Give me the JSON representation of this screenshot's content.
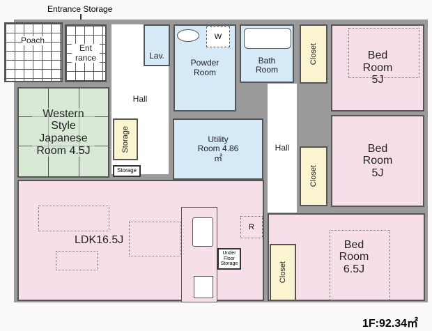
{
  "labels": {
    "entrance_storage": "Entrance Storage",
    "poach": "Poach",
    "entrance": "Ent rance",
    "hall_left": "Hall",
    "hall_right": "Hall",
    "lav": "Lav.",
    "powder_room": "Powder Room",
    "washer": "W",
    "bath_room": "Bath Room",
    "closet_top": "Closet",
    "bed_room_top": "Bed Room 5J",
    "western_room": "Western Style Japanese Room 4.5J",
    "storage_large": "Storage",
    "storage_small": "Storage",
    "utility_room": "Utility Room 4.86㎡",
    "closet_mid": "Closet",
    "bed_room_mid": "Bed Room 5J",
    "ldk": "LDK16.5J",
    "under_floor_storage": "Under Floor Storage",
    "refrigerator": "R",
    "closet_bottom": "Closet",
    "bed_room_bottom": "Bed Room 6.5J",
    "floor_area": "1F:92.34㎡"
  },
  "colors": {
    "bedroom": "#f7dfea",
    "wet_area": "#d5e9f6",
    "tatami": "#d8ead6",
    "storage": "#fbf4d0",
    "wall": "#9a9a9a"
  }
}
